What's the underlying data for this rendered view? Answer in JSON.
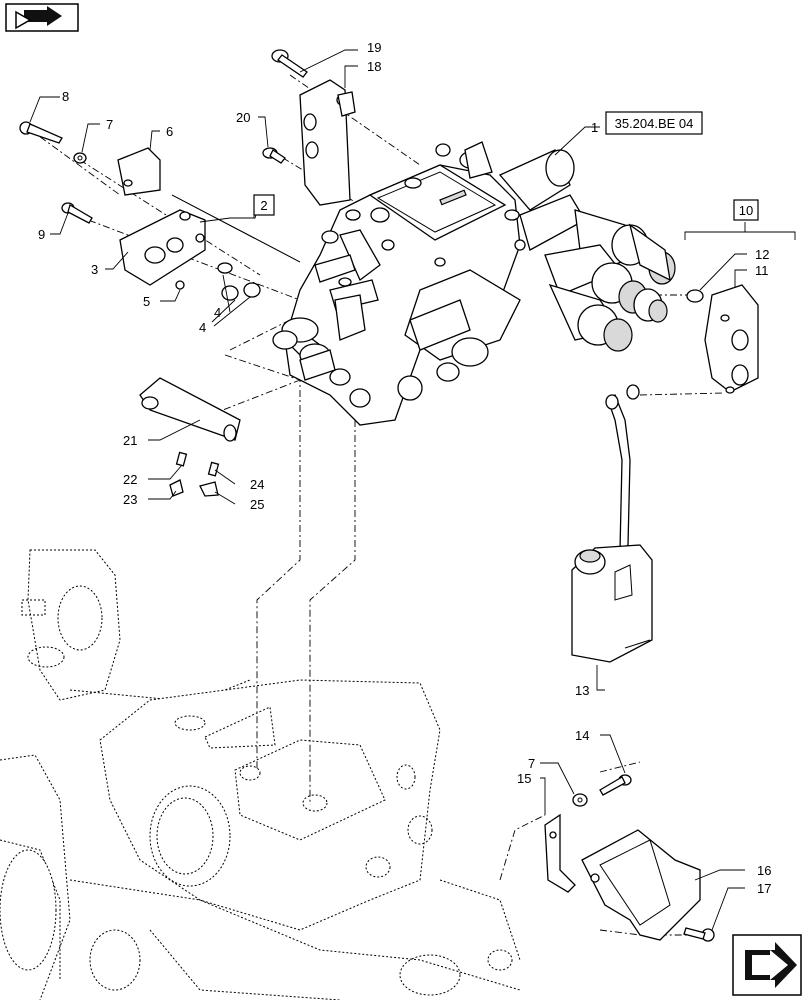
{
  "diagram": {
    "reference_label": "35.204.BE 04",
    "boxed_labels": {
      "group_2": "2",
      "group_10": "10"
    },
    "callouts": {
      "c1": "1",
      "c3": "3",
      "c4a": "4",
      "c4b": "4",
      "c5": "5",
      "c6": "6",
      "c7a": "7",
      "c7b": "7",
      "c8": "8",
      "c9": "9",
      "c11": "11",
      "c12": "12",
      "c13": "13",
      "c14": "14",
      "c15": "15",
      "c16": "16",
      "c17": "17",
      "c18": "18",
      "c19": "19",
      "c20": "20",
      "c21": "21",
      "c22": "22",
      "c23": "23",
      "c24": "24",
      "c25": "25"
    },
    "icons": {
      "top_left": "previous-page-arrow-icon",
      "bottom_right": "next-page-arrow-icon"
    }
  }
}
